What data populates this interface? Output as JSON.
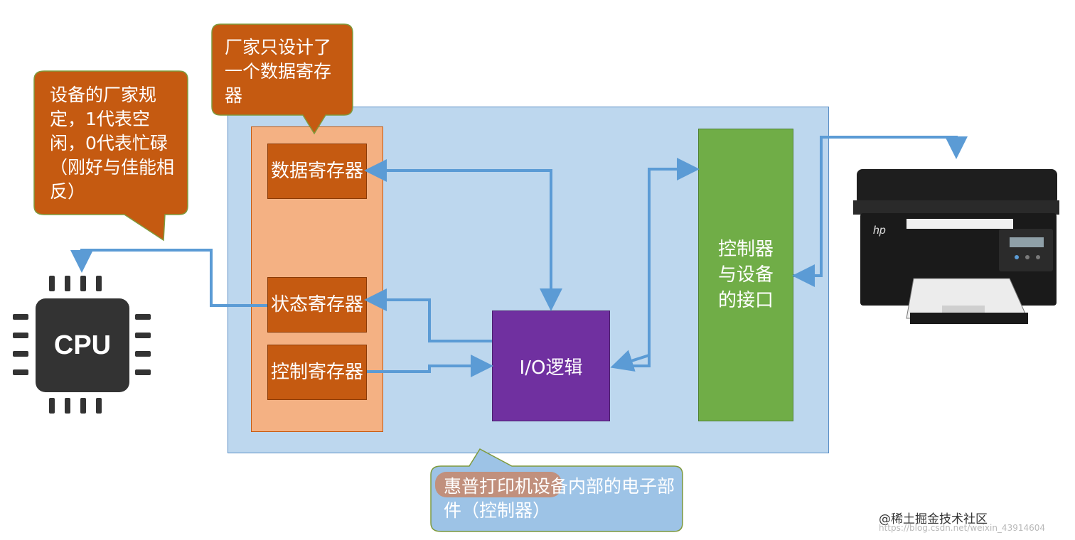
{
  "registers": {
    "data": "数据寄存器",
    "status": "状态寄存器",
    "control": "控制寄存器"
  },
  "io_logic": "I/O逻辑",
  "device_interface": "控制器与设备的接口",
  "cpu_label": "CPU",
  "printer_logo": "hp",
  "callouts": {
    "manufacturer": "厂家只设计了一个数据寄存器",
    "status_rule": "设备的厂家规定，1代表空闲，0代表忙碌（刚好与佳能相反）",
    "hp_controller": "惠普打印机设备内部的电子部件（控制器）"
  },
  "watermark": "@稀土掘金技术社区",
  "watermark_url": "https://blog.csdn.net/weixin_43914604",
  "colors": {
    "board": "#bdd7ee",
    "register_panel": "#f4b183",
    "register": "#c55a11",
    "io_logic": "#7030a0",
    "interface": "#70ad47",
    "arrow": "#5b9bd5",
    "callout_orange": "#c55a11",
    "callout_blue": "#9dc3e6"
  }
}
